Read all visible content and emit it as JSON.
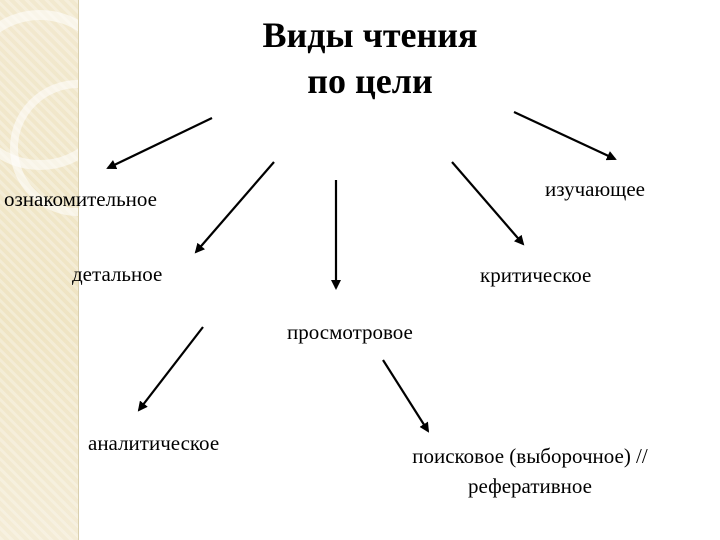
{
  "title": {
    "line1": "Виды чтения",
    "line2": "по цели"
  },
  "nodes": {
    "oznakomitelnoe": "ознакомительное",
    "izuchayushchee": "изучающее",
    "detalnoe": "детальное",
    "kriticheskoe": "критическое",
    "prosmotrovoe": "просмотровое",
    "analiticheskoe": "аналитическое",
    "poiskovoe_line1": "поисковое (выборочное) //",
    "poiskovoe_line2": "реферативное"
  },
  "colors": {
    "arrow": "#000000",
    "side_band": "#efe4c3"
  }
}
